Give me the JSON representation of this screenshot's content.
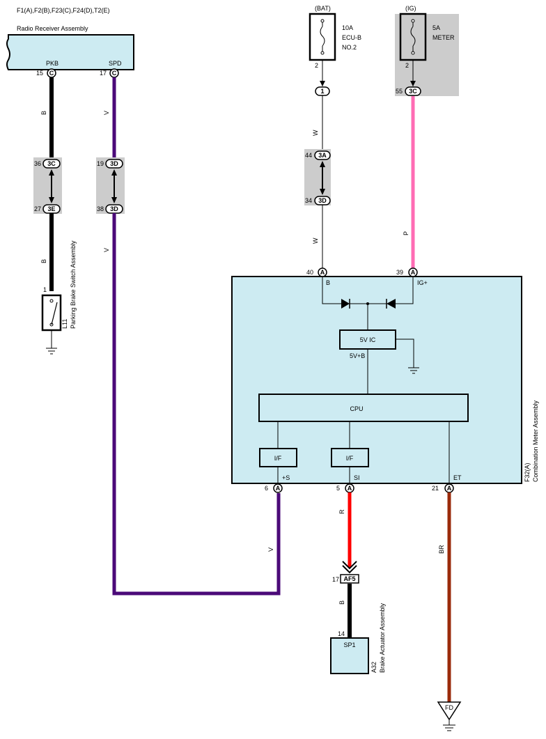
{
  "colors": {
    "wire_black": "#000000",
    "wire_violet": "#4b0a78",
    "wire_white": "#000000",
    "wire_pink": "#ff6cb4",
    "wire_red": "#ff0000",
    "wire_brown": "#9a2a0a",
    "component_fill": "#cdebf2",
    "junction_gray": "#cccccc"
  },
  "radio": {
    "header": "F1(A),F2(B),F23(C),F24(D),T2(E)",
    "name": "Radio Receiver Assembly",
    "pkb_label": "PKB",
    "spd_label": "SPD",
    "pkb_pin": "15",
    "spd_pin": "17",
    "conn": "C"
  },
  "left_wire": {
    "color_top": "B",
    "color_bottom": "B",
    "j1_pin": "36",
    "j1_conn": "3C",
    "j2_pin": "27",
    "j2_conn": "3E"
  },
  "spd_wire": {
    "color_top": "V",
    "color_bottom": "V",
    "color_bottom_right": "V",
    "j1_pin": "19",
    "j1_conn": "3D",
    "j2_pin": "38",
    "j2_conn": "3D"
  },
  "switch": {
    "pin": "1",
    "id": "L11",
    "name": "Parking Brake Switch Assembly"
  },
  "bat": {
    "title": "(BAT)",
    "fuse_rating": "10A",
    "fuse_name_1": "ECU-B",
    "fuse_name_2": "NO.2",
    "pin": "2",
    "conn1": "1",
    "wire_color_1": "W",
    "j1_pin": "44",
    "j1_conn": "3A",
    "j2_pin": "34",
    "j2_conn": "3D",
    "wire_color_2": "W"
  },
  "ig": {
    "title": "(IG)",
    "fuse_rating": "5A",
    "fuse_name": "METER",
    "pin": "2",
    "junction_pin": "55",
    "junction_conn": "3C",
    "wire_color": "P"
  },
  "meter": {
    "id": "F32(A)",
    "name": "Combination Meter Assembly",
    "conn": "A",
    "b_pin": "40",
    "b_label": "B",
    "ig_pin": "39",
    "ig_label": "IG+",
    "ic_label": "5V IC",
    "ic_out": "5V+B",
    "cpu_label": "CPU",
    "if1_label": "I/F",
    "if2_label": "I/F",
    "s_pin": "6",
    "s_label": "+S",
    "si_pin": "5",
    "si_label": "SI",
    "et_pin": "21",
    "et_label": "ET"
  },
  "brake": {
    "wire_color_top": "R",
    "wire_color_bottom": "B",
    "af_pin": "17",
    "af_conn": "AF5",
    "pin": "14",
    "label": "SP1",
    "id": "A32",
    "name": "Brake Actuator Assembly"
  },
  "ground": {
    "wire_color": "BR",
    "label": "FD"
  }
}
